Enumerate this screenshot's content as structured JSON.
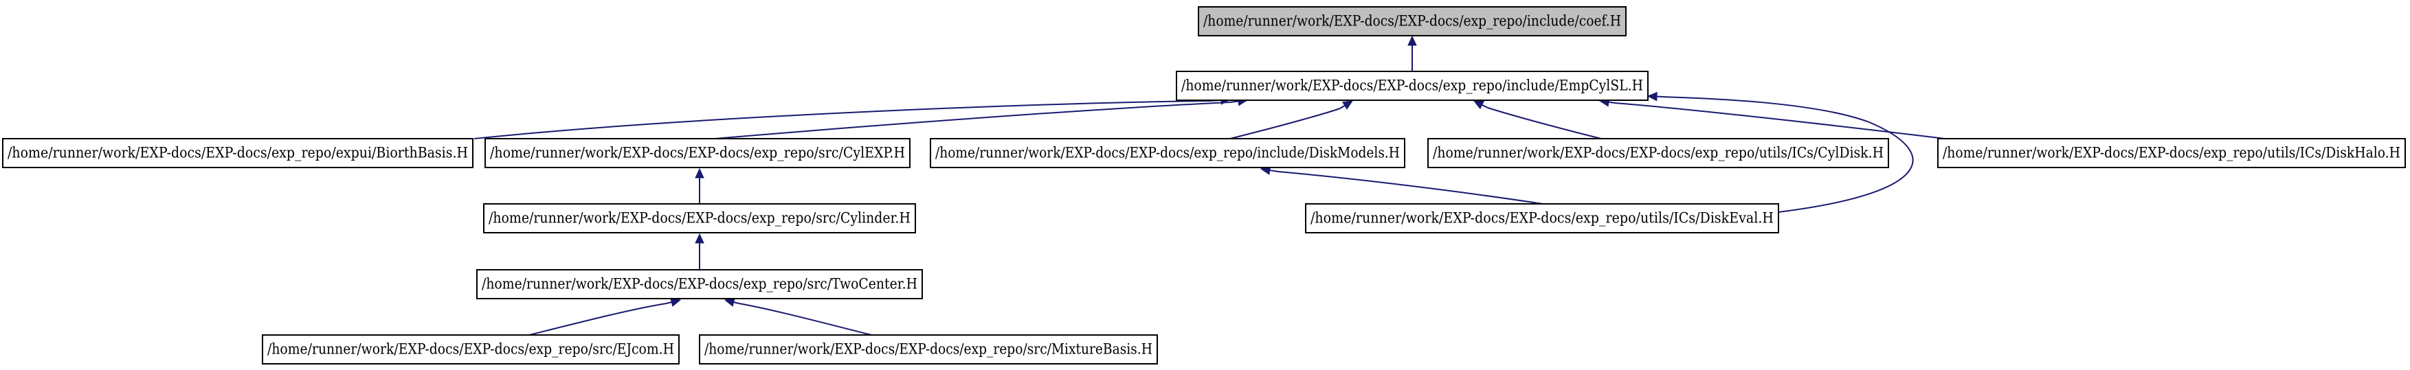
{
  "graph": {
    "nodes": [
      {
        "id": "coef",
        "label": "/home/runner/work/EXP-docs/EXP-docs/exp_repo/include/coef.H",
        "root": true
      },
      {
        "id": "empcylsl",
        "label": "/home/runner/work/EXP-docs/EXP-docs/exp_repo/include/EmpCylSL.H"
      },
      {
        "id": "biorth",
        "label": "/home/runner/work/EXP-docs/EXP-docs/exp_repo/expui/BiorthBasis.H"
      },
      {
        "id": "cylexp",
        "label": "/home/runner/work/EXP-docs/EXP-docs/exp_repo/src/CylEXP.H"
      },
      {
        "id": "diskmodels",
        "label": "/home/runner/work/EXP-docs/EXP-docs/exp_repo/include/DiskModels.H"
      },
      {
        "id": "cyldisk",
        "label": "/home/runner/work/EXP-docs/EXP-docs/exp_repo/utils/ICs/CylDisk.H"
      },
      {
        "id": "diskhalo",
        "label": "/home/runner/work/EXP-docs/EXP-docs/exp_repo/utils/ICs/DiskHalo.H"
      },
      {
        "id": "cylinder",
        "label": "/home/runner/work/EXP-docs/EXP-docs/exp_repo/src/Cylinder.H"
      },
      {
        "id": "diskeval",
        "label": "/home/runner/work/EXP-docs/EXP-docs/exp_repo/utils/ICs/DiskEval.H"
      },
      {
        "id": "twocenter",
        "label": "/home/runner/work/EXP-docs/EXP-docs/exp_repo/src/TwoCenter.H"
      },
      {
        "id": "ejcom",
        "label": "/home/runner/work/EXP-docs/EXP-docs/exp_repo/src/EJcom.H"
      },
      {
        "id": "mixture",
        "label": "/home/runner/work/EXP-docs/EXP-docs/exp_repo/src/MixtureBasis.H"
      }
    ],
    "edges": [
      {
        "from": "empcylsl",
        "to": "coef"
      },
      {
        "from": "biorth",
        "to": "empcylsl"
      },
      {
        "from": "cylexp",
        "to": "empcylsl"
      },
      {
        "from": "diskmodels",
        "to": "empcylsl"
      },
      {
        "from": "cyldisk",
        "to": "empcylsl"
      },
      {
        "from": "diskhalo",
        "to": "empcylsl"
      },
      {
        "from": "diskeval",
        "to": "empcylsl"
      },
      {
        "from": "cylinder",
        "to": "cylexp"
      },
      {
        "from": "diskeval",
        "to": "diskmodels"
      },
      {
        "from": "twocenter",
        "to": "cylinder"
      },
      {
        "from": "ejcom",
        "to": "twocenter"
      },
      {
        "from": "mixture",
        "to": "twocenter"
      }
    ],
    "colors": {
      "edge": "#191970",
      "root_fill": "#bfbfbf",
      "node_fill": "#ffffff",
      "border": "#000000"
    }
  }
}
